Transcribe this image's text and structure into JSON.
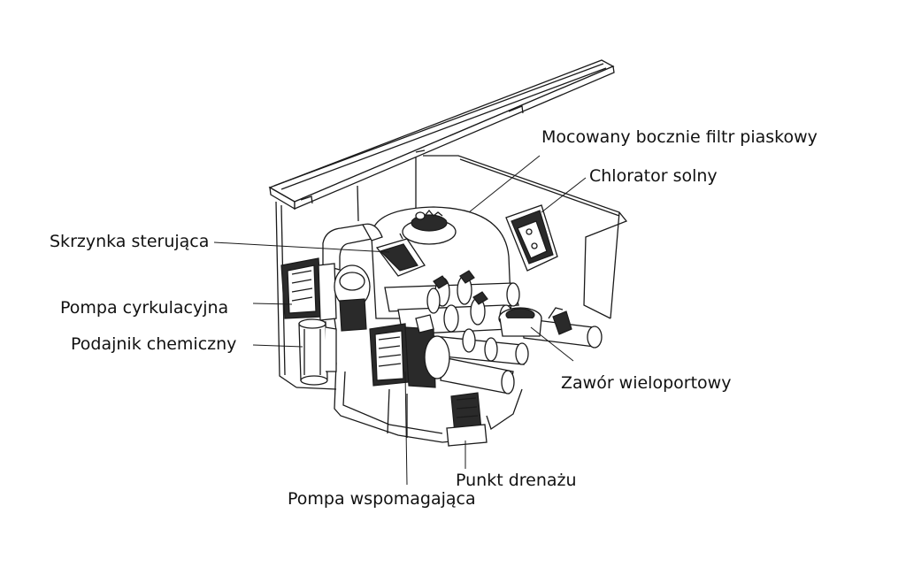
{
  "labels": {
    "sand_filter": "Mocowany bocznie filtr piaskowy",
    "salt_chlorinator": "Chlorator solny",
    "control_box": "Skrzynka sterująca",
    "circulation_pump": "Pompa cyrkulacyjna",
    "chemical_feeder": "Podajnik chemiczny",
    "multiport_valve": "Zawór wieloportowy",
    "drain_point": "Punkt drenażu",
    "booster_pump": "Pompa wspomagająca"
  },
  "colors": {
    "line": "#1a1a1a",
    "text": "#111111",
    "background": "#ffffff"
  }
}
